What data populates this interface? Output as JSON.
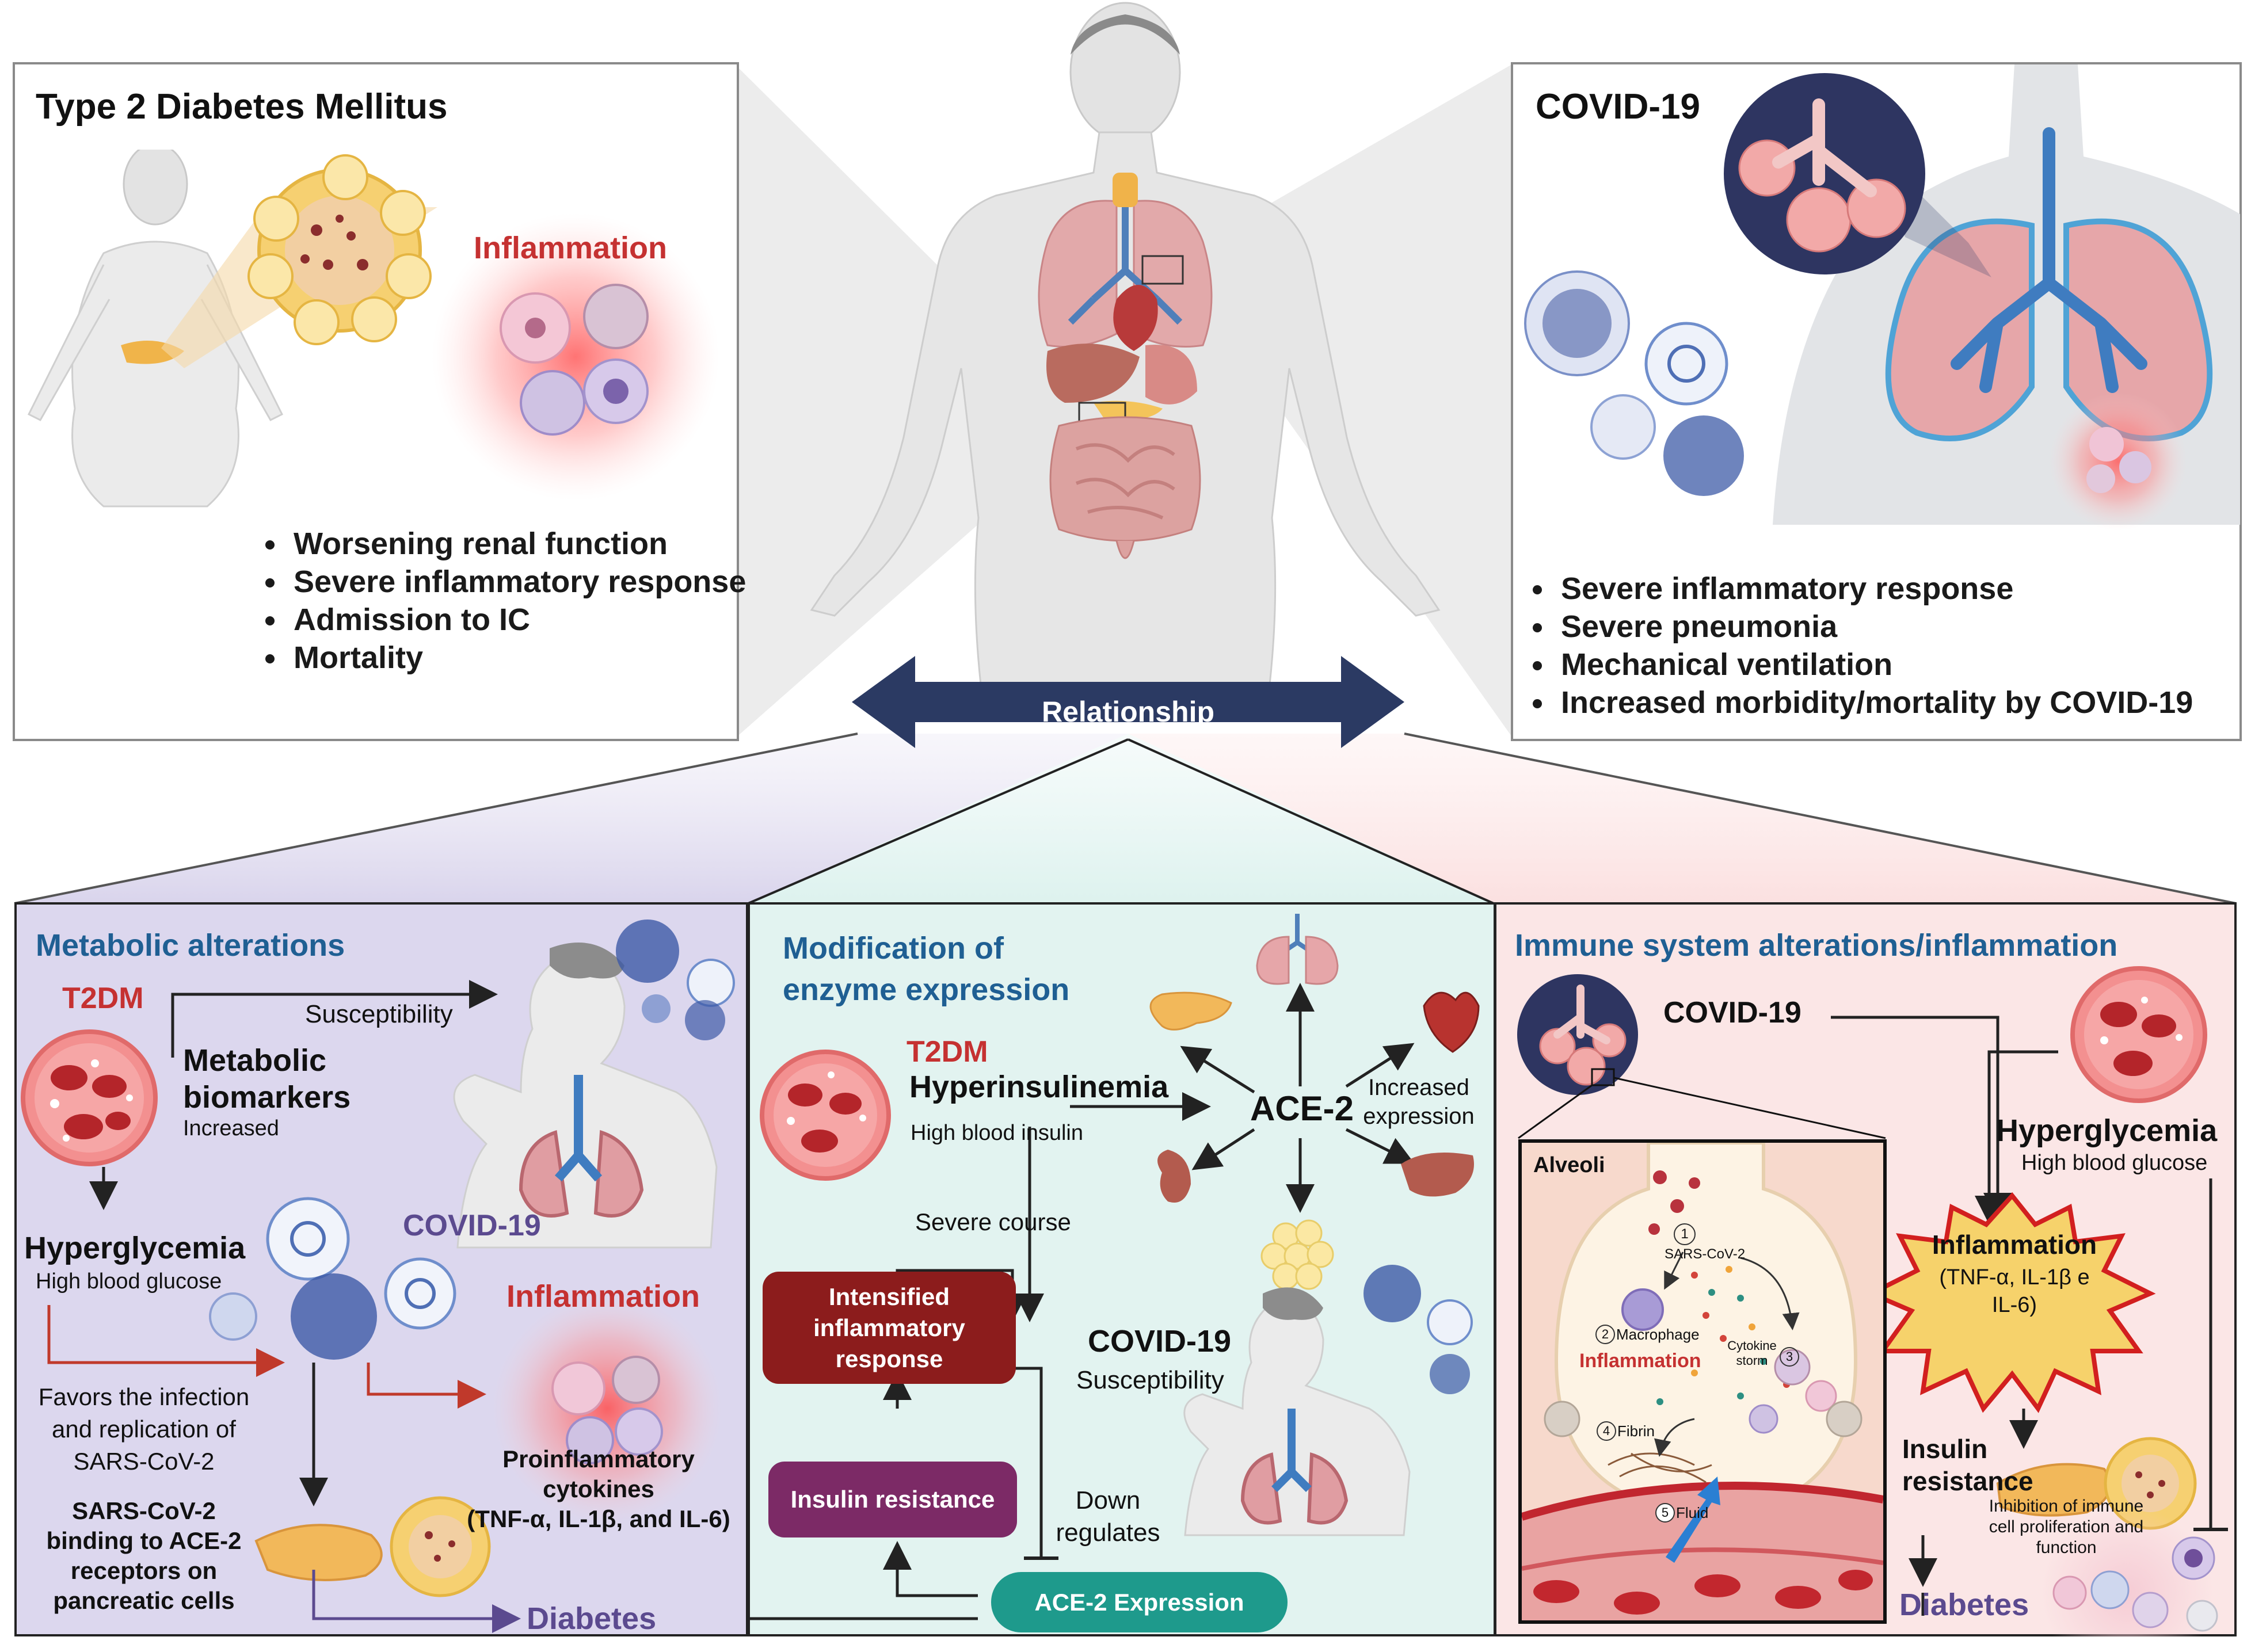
{
  "left_panel": {
    "title": "Type 2 Diabetes Mellitus",
    "inflammation": "Inflammation",
    "bullets": [
      "Worsening renal function",
      "Severe inflammatory response",
      "Admission to IC",
      "Mortality"
    ]
  },
  "right_panel": {
    "title": "COVID-19",
    "bullets": [
      "Severe inflammatory response",
      "Severe pneumonia",
      "Mechanical ventilation"
    ],
    "bullet4_prefix": "Increased morbidity/mortality by ",
    "bullet4_suffix": "COVID-19"
  },
  "relationship": {
    "label": "Relationship"
  },
  "metabolic": {
    "title": "Metabolic alterations",
    "t2dm": "T2DM",
    "susceptibility": "Susceptibility",
    "biomarkers_line1": "Metabolic",
    "biomarkers_line2": "biomarkers",
    "increased": "Increased",
    "hyperglycemia": "Hyperglycemia",
    "high_glucose": "High blood glucose",
    "covid": "COVID-19",
    "inflammation": "Inflammation",
    "favors_line1": "Favors the infection",
    "favors_line2": "and replication of",
    "favors_line3": "SARS-CoV-2",
    "proinfl_line1": "Proinflammatory",
    "proinfl_line2": "cytokines",
    "proinfl_line3": "(TNF-α, IL-1β, and IL-6)",
    "binding_line1": "SARS-CoV-2",
    "binding_line2": "binding to ACE-2",
    "binding_line3": "receptors on",
    "binding_line4": "pancreatic cells",
    "diabetes": "Diabetes"
  },
  "enzyme": {
    "title_line1": "Modification of",
    "title_line2": "enzyme expression",
    "t2dm": "T2DM",
    "hyperinsulinemia": "Hyperinsulinemia",
    "high_insulin": "High blood insulin",
    "ace2": "ACE-2",
    "increased_line1": "Increased",
    "increased_line2": "expression",
    "severe_course": "Severe course",
    "intensified_line1": "Intensified",
    "intensified_line2": "inflammatory",
    "intensified_line3": "response",
    "covid": "COVID-19",
    "susceptibility": "Susceptibility",
    "insulin_resistance": "Insulin resistance",
    "down_line1": "Down",
    "down_line2": "regulates",
    "ace2_expression": "ACE-2 Expression"
  },
  "immune": {
    "title": "Immune system alterations/inflammation",
    "covid": "COVID-19",
    "hyperglycemia": "Hyperglycemia",
    "high_glucose": "High blood glucose",
    "inflammation": "Inflammation",
    "cytokines_line1": "(TNF-α, IL-1β e",
    "cytokines_line2": "IL-6)",
    "insulin_line1": "Insulin",
    "insulin_line2": "resistance",
    "inhibition_line1": "Inhibition of immune",
    "inhibition_line2": "cell proliferation and",
    "inhibition_line3": "function",
    "diabetes": "Diabetes",
    "alveoli": {
      "title": "Alveoli",
      "sars": "SARS-CoV-2",
      "macrophage": "Macrophage",
      "inflammation": "Inflammation",
      "cytokine_line1": "Cytokine",
      "cytokine_line2": "storm",
      "fibrin": "Fibrin",
      "fluid": "Fluid",
      "n1": "1",
      "n2": "2",
      "n3": "3",
      "n4": "4",
      "n5": "5"
    }
  },
  "colors": {
    "title_blue": "#1f5f93",
    "red": "#c53131",
    "purple": "#5b4a8f",
    "navy_arrow": "#2b3a63",
    "intensified_box": "#8c1c1c",
    "insulin_box": "#7c2a66",
    "ace2_box": "#1e9a8c"
  }
}
